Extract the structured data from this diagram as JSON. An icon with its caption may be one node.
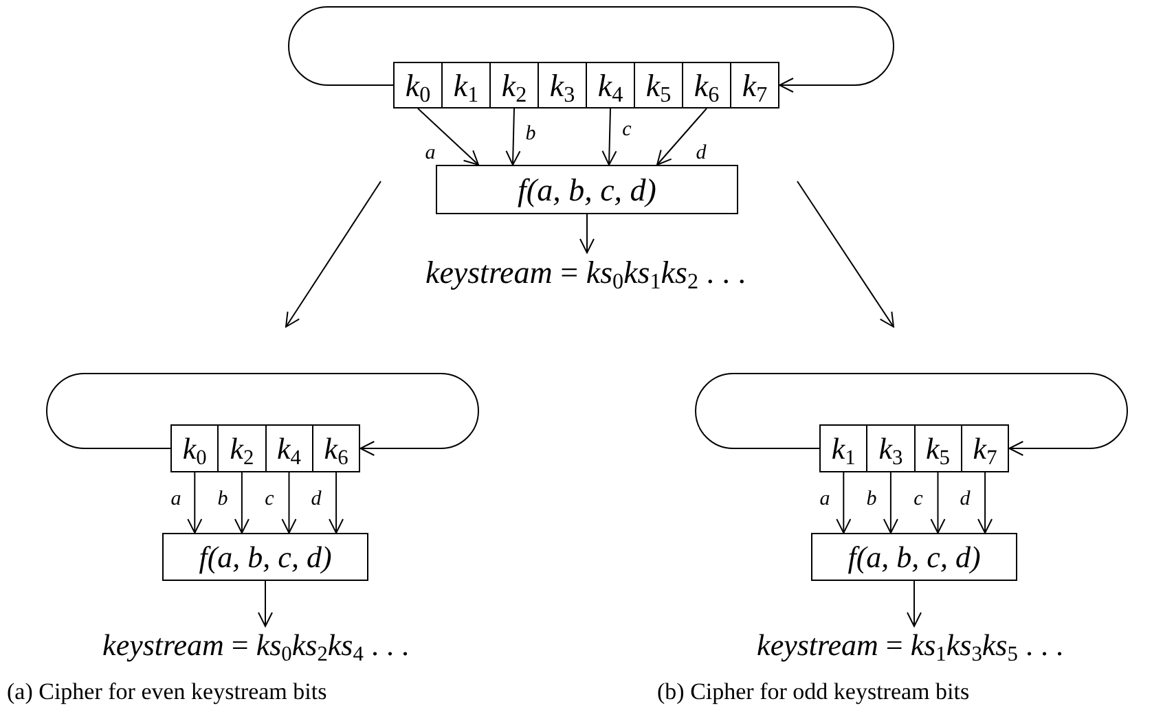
{
  "diagram": {
    "nodes": [
      {
        "text": [
          "*k*$_{0}$"
        ]
      },
      {
        "text": [
          "*k*$_{1}$"
        ]
      },
      {
        "text": [
          "*k*$_{2}$"
        ]
      },
      {
        "text": [
          "*k*$_{3}$"
        ]
      },
      {
        "text": [
          "*k*$_{4}$"
        ]
      },
      {
        "text": [
          "*k*$_{5}$"
        ]
      },
      {
        "text": [
          "*k*$_{6}$"
        ]
      },
      {
        "text": [
          "*k*$_{7}$"
        ]
      },
      {
        "text": [
          "f(a, b, c, d)"
        ]
      },
      {
        "text": [
          "*keystream* = *ks*$_{0}$*ks*$_{1}$*ks*$_{2}$ . . ."
        ]
      },
      {
        "text": [
          "*k*$_{0}$"
        ]
      },
      {
        "text": [
          "*k*$_{2}$"
        ]
      },
      {
        "text": [
          "*k*$_{4}$"
        ]
      },
      {
        "text": [
          "*k*$_{6}$"
        ]
      },
      {
        "text": [
          "f(a, b, c, d)"
        ]
      },
      {
        "text": [
          "*keystream* = *ks*$_{0}$*ks*$_{2}$*ks*$_{4}$ . . ."
        ]
      },
      {
        "text": [
          "*k*$_{1}$"
        ]
      },
      {
        "text": [
          "*k*$_{3}$"
        ]
      },
      {
        "text": [
          "*k*$_{5}$"
        ]
      },
      {
        "text": [
          "*k*$_{7}$"
        ]
      },
      {
        "text": [
          "f(a, b, c, d)"
        ]
      },
      {
        "text": [
          "*keystream* = *ks*$_{1}$*ks*$_{3}$*ks*$_{5}$ . . ."
        ]
      }
    ],
    "edges": [
      {
        "from": 0,
        "to": 7,
        "arrow": "to"
      },
      {
        "from": 0,
        "to": 8,
        "arrow": "to",
        "label": "a"
      },
      {
        "from": 2,
        "to": 8,
        "arrow": "to",
        "label": "b"
      },
      {
        "from": 4,
        "to": 8,
        "arrow": "to",
        "label": "c"
      },
      {
        "from": 6,
        "to": 8,
        "arrow": "to",
        "label": "d"
      },
      {
        "from": 8,
        "to": 9,
        "arrow": "to"
      },
      {
        "from": 10,
        "to": 13,
        "arrow": "to"
      },
      {
        "from": 10,
        "to": 14,
        "arrow": "to",
        "label": "a"
      },
      {
        "from": 11,
        "to": 14,
        "arrow": "to",
        "label": "b"
      },
      {
        "from": 12,
        "to": 14,
        "arrow": "to",
        "label": "c"
      },
      {
        "from": 13,
        "to": 14,
        "arrow": "to",
        "label": "d"
      },
      {
        "from": 14,
        "to": 15,
        "arrow": "to"
      },
      {
        "from": 16,
        "to": 19,
        "arrow": "to"
      },
      {
        "from": 16,
        "to": 20,
        "arrow": "to",
        "label": "a"
      },
      {
        "from": 17,
        "to": 20,
        "arrow": "to",
        "label": "b"
      },
      {
        "from": 18,
        "to": 20,
        "arrow": "to",
        "label": "c"
      },
      {
        "from": 19,
        "to": 20,
        "arrow": "to",
        "label": "d"
      },
      {
        "from": 20,
        "to": 21,
        "arrow": "to"
      }
    ],
    "labels": [
      "(a) Cipher for even keystream bits",
      "(b) Cipher for odd keystream bits"
    ]
  }
}
